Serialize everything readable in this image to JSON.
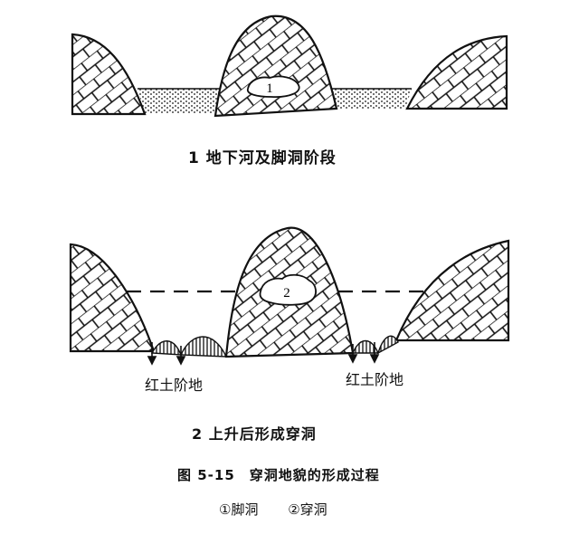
{
  "stage1": {
    "caption": "1 地下河及脚洞阶段",
    "cave_marker": "1"
  },
  "stage2": {
    "caption": "2 上升后形成穿洞",
    "cave_marker": "2",
    "label_left": "红土阶地",
    "label_right": "红土阶地"
  },
  "figure": {
    "title": "图 5-15　穿洞地貌的形成过程",
    "legend_1": "①脚洞",
    "legend_2": "②穿洞"
  }
}
